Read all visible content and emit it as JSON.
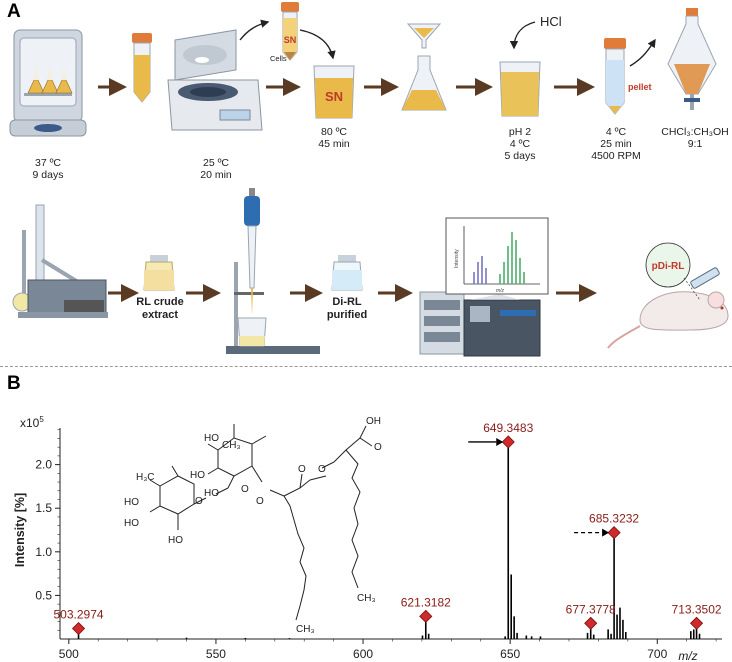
{
  "panel_a": {
    "letter": "A",
    "steps_row1": [
      {
        "line1": "37 ºC",
        "line2": "9 days"
      },
      {
        "line1": "25 ºC",
        "line2": "20 min"
      },
      {
        "line1": "80 ºC",
        "line2": "45 min"
      },
      {
        "line1": "pH 2",
        "line2": "4 ºC",
        "line3": "5 days"
      },
      {
        "line1": "4 ºC",
        "line2": "25 min",
        "line3": "4500 RPM"
      },
      {
        "line1": "CHCl₃:CH₃OH",
        "line2": "9:1"
      }
    ],
    "labels": {
      "sn_tube": "SN",
      "sn_beaker": "SN",
      "cells": "Cells",
      "hcl": "HCl",
      "pellet": "pellet",
      "rl_crude_1": "RL crude",
      "rl_crude_2": "extract",
      "di_rl_1": "Di-RL",
      "di_rl_2": "purified",
      "pdi_rl": "pDi-RL",
      "ms_ylabel": "Intensity",
      "ms_xlabel": "m/z"
    },
    "colors": {
      "arrow": "#5a3a22",
      "liquid": "#e9b94a",
      "tube_cap": "#e07b39",
      "label_red": "#c0392b"
    }
  },
  "panel_b": {
    "letter": "B",
    "chart_data": {
      "type": "bar",
      "xlabel": "m/z",
      "ylabel": "Intensity [%]",
      "y_multiplier": "x10",
      "y_multiplier_exp": "5",
      "xlim": [
        497,
        722
      ],
      "ylim": [
        0,
        2.42
      ],
      "xticks": [
        500,
        550,
        600,
        650,
        700
      ],
      "yticks": [
        0.5,
        1.0,
        1.5,
        2.0
      ],
      "ytick_labels": [
        "0.5",
        "1.0",
        "1.5",
        "2.0"
      ],
      "peaks": [
        {
          "x": 503.2974,
          "y": 0.12,
          "label": "503.2974",
          "marked": true
        },
        {
          "x": 540,
          "y": 0.015
        },
        {
          "x": 560,
          "y": 0.012
        },
        {
          "x": 575,
          "y": 0.01
        },
        {
          "x": 620.2,
          "y": 0.04
        },
        {
          "x": 621.3182,
          "y": 0.26,
          "label": "621.3182",
          "marked": true
        },
        {
          "x": 622.3,
          "y": 0.06
        },
        {
          "x": 648.3,
          "y": 0.03
        },
        {
          "x": 649.3483,
          "y": 2.26,
          "label": "649.3483",
          "marked": true,
          "arrow": "solid"
        },
        {
          "x": 650.35,
          "y": 0.74
        },
        {
          "x": 651.35,
          "y": 0.26
        },
        {
          "x": 652.35,
          "y": 0.07
        },
        {
          "x": 655.5,
          "y": 0.04
        },
        {
          "x": 657.3,
          "y": 0.03
        },
        {
          "x": 660.3,
          "y": 0.03
        },
        {
          "x": 676.3,
          "y": 0.07
        },
        {
          "x": 677.3778,
          "y": 0.18,
          "label": "677.3778",
          "marked": true
        },
        {
          "x": 678.4,
          "y": 0.05
        },
        {
          "x": 683.3,
          "y": 0.11
        },
        {
          "x": 684.3,
          "y": 0.06
        },
        {
          "x": 685.3232,
          "y": 1.22,
          "label": "685.3232",
          "marked": true,
          "arrow": "dashed"
        },
        {
          "x": 686.33,
          "y": 0.28
        },
        {
          "x": 687.33,
          "y": 0.36
        },
        {
          "x": 688.33,
          "y": 0.22
        },
        {
          "x": 689.3,
          "y": 0.08
        },
        {
          "x": 711.4,
          "y": 0.09
        },
        {
          "x": 712.4,
          "y": 0.11
        },
        {
          "x": 713.3502,
          "y": 0.18,
          "label": "713.3502",
          "marked": true
        },
        {
          "x": 714.36,
          "y": 0.06
        }
      ],
      "marker_color": "#d02a2a",
      "label_color": "#8b1a1a",
      "structure_labels": [
        "HO",
        "HO",
        "HO",
        "HO",
        "HO",
        "HO",
        "OH",
        "H₃C",
        "O",
        "O",
        "O",
        "O",
        "O",
        "O",
        "CH₃",
        "CH₃",
        "CH₃"
      ]
    }
  }
}
